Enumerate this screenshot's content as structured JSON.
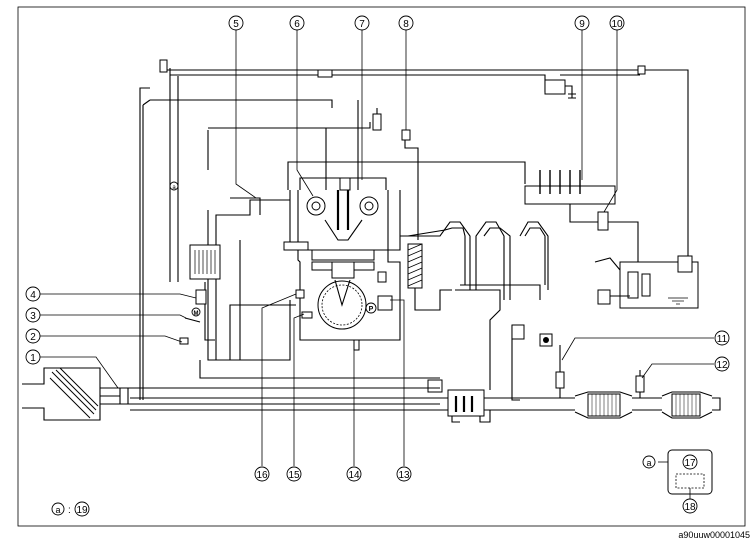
{
  "diagram": {
    "callouts": {
      "c1": "1",
      "c2": "2",
      "c3": "3",
      "c4": "4",
      "c5": "5",
      "c6": "6",
      "c7": "7",
      "c8": "8",
      "c9": "9",
      "c10": "10",
      "c11": "11",
      "c12": "12",
      "c13": "13",
      "c14": "14",
      "c15": "15",
      "c16": "16",
      "c17": "17",
      "c18": "18",
      "c19": "19"
    },
    "ref_marker": "a",
    "ref_separator": ":",
    "inline_marks": {
      "pressure": "P",
      "sensor_m": "M"
    }
  },
  "footer": {
    "doc_code": "a90uuw00001045"
  }
}
